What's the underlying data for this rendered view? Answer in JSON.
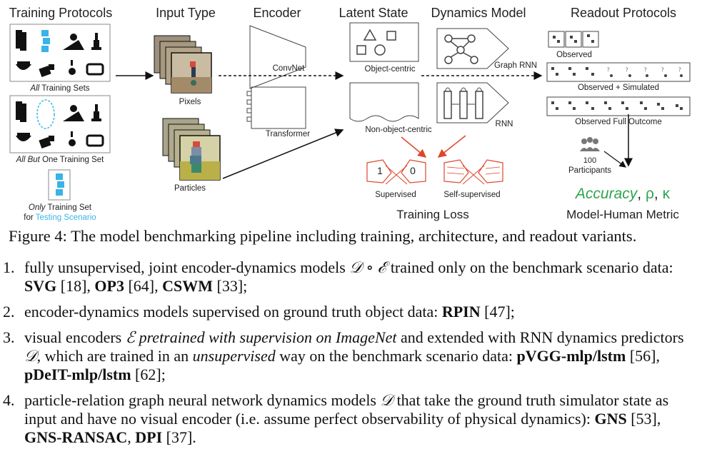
{
  "figure": {
    "headers": {
      "training_protocols": "Training Protocols",
      "input_type": "Input Type",
      "encoder": "Encoder",
      "latent_state": "Latent State",
      "dynamics_model": "Dynamics Model",
      "readout_protocols": "Readout Protocols"
    },
    "training": {
      "all_em": "All",
      "all_rest": " Training Sets",
      "allbut_em": "All But",
      "allbut_rest": " One Training Set",
      "only_em": "Only",
      "only_rest": " Training Set",
      "for_text": "for ",
      "testing_scenario": "Testing Scenario"
    },
    "inputs": {
      "pixels": "Pixels",
      "particles": "Particles"
    },
    "encoders": {
      "convnet": "ConvNet",
      "transformer": "Transformer"
    },
    "latent": {
      "object_centric": "Object-centric",
      "non_object_centric": "Non-object-centric"
    },
    "dynamics": {
      "graph_rnn": "Graph RNN",
      "rnn": "RNN"
    },
    "readout": {
      "observed": "Observed",
      "observed_simulated": "Observed + Simulated",
      "observed_full": "Observed Full Outcome",
      "participants_count": "100",
      "participants_label": "Participants"
    },
    "loss": {
      "flag_one": "1",
      "flag_zero": "0",
      "supervised": "Supervised",
      "self_supervised": "Self-supervised",
      "title": "Training Loss"
    },
    "metric": {
      "accuracy": "Accuracy",
      "sep1": ", ",
      "rho": "ρ",
      "sep2": ", ",
      "kappa": "κ",
      "title": "Model-Human Metric"
    },
    "colors": {
      "accent_blue": "#3bb3e6",
      "green": "#2ea44f",
      "red": "#e0452b"
    }
  },
  "caption": "Figure 4: The model benchmarking pipeline including training, architecture, and readout variants.",
  "list": [
    {
      "num": "1.",
      "t1": "fully unsupervised, joint encoder-dynamics models ",
      "m1": "𝒟 ∘ ℰ",
      "t2": " trained only on the benchmark scenario data: ",
      "b1": "SVG",
      "t3": " [18], ",
      "b2": "OP3",
      "t4": " [64], ",
      "b3": "CSWM",
      "t5": " [33];"
    },
    {
      "num": "2.",
      "t1": "encoder-dynamics models supervised on ground truth object data: ",
      "b1": "RPIN",
      "t2": " [47];"
    },
    {
      "num": "3.",
      "t1": "visual encoders ",
      "m1": "ℰ",
      "i1": " pretrained with supervision on ImageNet",
      "t2": " and extended with RNN dynamics predictors ",
      "m2": "𝒟",
      "t3": ", which are trained in an ",
      "i2": "unsupervised",
      "t4": " way on the benchmark scenario data: ",
      "b1": "pVGG-mlp/lstm",
      "t5": " [56], ",
      "b2": "pDeIT-mlp/lstm",
      "t6": " [62];"
    },
    {
      "num": "4.",
      "t1": "particle-relation graph neural network dynamics models ",
      "m1": "𝒟",
      "t2": " that take the ground truth simulator state as input and have no visual encoder (i.e. assume perfect observability of physical dynamics): ",
      "b1": "GNS",
      "t3": " [53], ",
      "b2": "GNS-RANSAC",
      "t4": ", ",
      "b3": "DPI",
      "t5": " [37]."
    }
  ]
}
